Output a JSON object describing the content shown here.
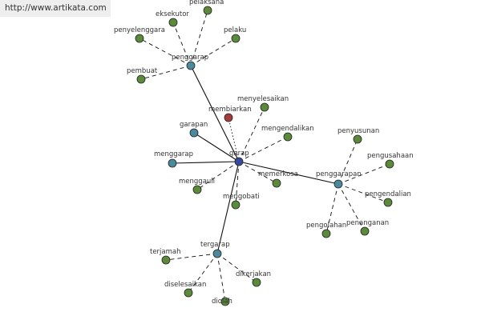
{
  "banner": {
    "url": "http://www.artikata.com"
  },
  "colors": {
    "root": "#3a4a9a",
    "hub": "#4a8a9a",
    "leaf": "#5a8a3a",
    "special": "#a83a3a",
    "edge": "#111111"
  },
  "graph": {
    "root": "garap",
    "nodes": [
      {
        "id": "garap",
        "label": "garap",
        "kind": "root"
      },
      {
        "id": "penggarap",
        "label": "penggarap",
        "kind": "hub"
      },
      {
        "id": "penggarapan",
        "label": "penggarapan",
        "kind": "hub"
      },
      {
        "id": "tergarap",
        "label": "tergarap",
        "kind": "hub"
      },
      {
        "id": "garapan",
        "label": "garapan",
        "kind": "hub"
      },
      {
        "id": "menggarap",
        "label": "menggarap",
        "kind": "hub"
      },
      {
        "id": "membiarkan",
        "label": "membiarkan",
        "kind": "special"
      },
      {
        "id": "menyelesaikan",
        "label": "menyelesaikan",
        "kind": "leaf"
      },
      {
        "id": "mengendalikan",
        "label": "mengendalikan",
        "kind": "leaf"
      },
      {
        "id": "memerkosa",
        "label": "memerkosa",
        "kind": "leaf"
      },
      {
        "id": "menggauli",
        "label": "menggauli",
        "kind": "leaf"
      },
      {
        "id": "mengobati",
        "label": "mengobati",
        "kind": "leaf"
      },
      {
        "id": "pelaksana",
        "label": "pelaksana",
        "kind": "leaf"
      },
      {
        "id": "eksekutor",
        "label": "eksekutor",
        "kind": "leaf"
      },
      {
        "id": "penyelenggara",
        "label": "penyelenggara",
        "kind": "leaf"
      },
      {
        "id": "pelaku",
        "label": "pelaku",
        "kind": "leaf"
      },
      {
        "id": "pembuat",
        "label": "pembuat",
        "kind": "leaf"
      },
      {
        "id": "penyusunan",
        "label": "penyusunan",
        "kind": "leaf"
      },
      {
        "id": "pengusahaan",
        "label": "pengusahaan",
        "kind": "leaf"
      },
      {
        "id": "pengendalian",
        "label": "pengendalian",
        "kind": "leaf"
      },
      {
        "id": "penanganan",
        "label": "penanganan",
        "kind": "leaf"
      },
      {
        "id": "pengolahan",
        "label": "pengolahan",
        "kind": "leaf"
      },
      {
        "id": "terjamah",
        "label": "terjamah",
        "kind": "leaf"
      },
      {
        "id": "diselesaikan",
        "label": "diselesaikan",
        "kind": "leaf"
      },
      {
        "id": "diolah",
        "label": "diolah",
        "kind": "leaf"
      },
      {
        "id": "dikerjakan",
        "label": "dikerjakan",
        "kind": "leaf"
      }
    ],
    "edges": [
      {
        "from": "garap",
        "to": "penggarap",
        "style": "solid"
      },
      {
        "from": "garap",
        "to": "penggarapan",
        "style": "solid"
      },
      {
        "from": "garap",
        "to": "tergarap",
        "style": "solid"
      },
      {
        "from": "garap",
        "to": "garapan",
        "style": "solid"
      },
      {
        "from": "garap",
        "to": "menggarap",
        "style": "solid"
      },
      {
        "from": "garap",
        "to": "membiarkan",
        "style": "dotted"
      },
      {
        "from": "garap",
        "to": "menyelesaikan",
        "style": "dashed"
      },
      {
        "from": "garap",
        "to": "mengendalikan",
        "style": "dashed"
      },
      {
        "from": "garap",
        "to": "memerkosa",
        "style": "dashed"
      },
      {
        "from": "garap",
        "to": "menggauli",
        "style": "dashed"
      },
      {
        "from": "garap",
        "to": "mengobati",
        "style": "dashed"
      },
      {
        "from": "penggarap",
        "to": "pelaksana",
        "style": "dashed"
      },
      {
        "from": "penggarap",
        "to": "eksekutor",
        "style": "dashed"
      },
      {
        "from": "penggarap",
        "to": "penyelenggara",
        "style": "dashed"
      },
      {
        "from": "penggarap",
        "to": "pelaku",
        "style": "dashed"
      },
      {
        "from": "penggarap",
        "to": "pembuat",
        "style": "dashed"
      },
      {
        "from": "penggarapan",
        "to": "penyusunan",
        "style": "dashed"
      },
      {
        "from": "penggarapan",
        "to": "pengusahaan",
        "style": "dashed"
      },
      {
        "from": "penggarapan",
        "to": "pengendalian",
        "style": "dashed"
      },
      {
        "from": "penggarapan",
        "to": "penanganan",
        "style": "dashed"
      },
      {
        "from": "penggarapan",
        "to": "pengolahan",
        "style": "dashed"
      },
      {
        "from": "tergarap",
        "to": "terjamah",
        "style": "dashed"
      },
      {
        "from": "tergarap",
        "to": "diselesaikan",
        "style": "dashed"
      },
      {
        "from": "tergarap",
        "to": "diolah",
        "style": "dashed"
      },
      {
        "from": "tergarap",
        "to": "dikerjakan",
        "style": "dashed"
      }
    ]
  }
}
